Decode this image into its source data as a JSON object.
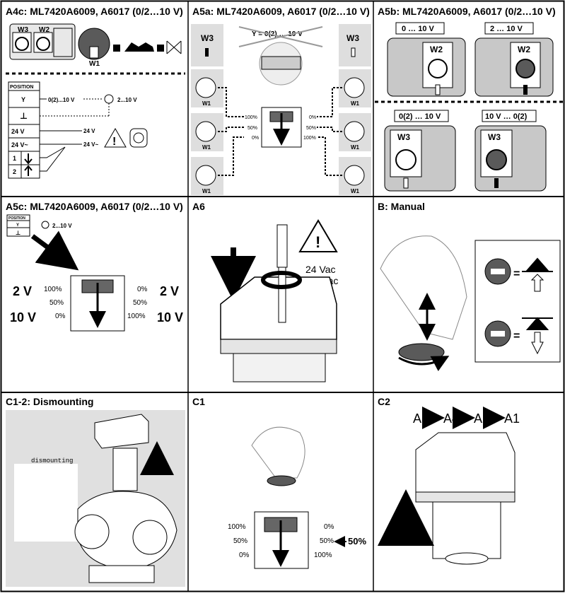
{
  "panels": {
    "a4c": {
      "title": "A4c: ML7420A6009, A6017 (0/2…10 V)",
      "w3": "W3",
      "w2": "W2",
      "w1": "W1",
      "position": "POSITION",
      "y": "Y",
      "signal": "0(2)...10 V",
      "meter": "2...10 V",
      "v24a": "24 V",
      "v24b": "24 V~",
      "v24c": "24 V",
      "v24d": "24 V~",
      "r1": "1",
      "r2": "2"
    },
    "a5a": {
      "title": "A5a: ML7420A6009, A6017 (0/2…10 V)",
      "w3l": "W3",
      "w3r": "W3",
      "yeq": "Y = 0(2) … 10 V",
      "w1": "W1",
      "p100": "100%",
      "p50": "50%",
      "p0": "0%",
      "q0": "0%",
      "q50": "50%",
      "q100": "100%"
    },
    "a5b": {
      "title": "A5b: ML7420A6009, A6017 (0/2…10 V)",
      "box1": "0 … 10 V",
      "box2": "2 … 10 V",
      "box3": "0(2) … 10 V",
      "box4": "10 V … 0(2)",
      "w2": "W2",
      "w3": "W3"
    },
    "a5c": {
      "title": "A5c: ML7420A6009, A6017 (0/2…10 V)",
      "position": "POSITION",
      "y": "Y",
      "meter": "2...10 V",
      "left_top": "2 V",
      "left_bottom": "10 V",
      "right_top": "2 V",
      "right_bottom": "10 V",
      "p100": "100%",
      "p50": "50%",
      "p0": "0%",
      "q0": "0%",
      "q50": "50%",
      "q100": "100%"
    },
    "a6": {
      "title": "A6",
      "v1": "24 Vac",
      "v2": "230 Vac"
    },
    "b": {
      "title": "B: Manual"
    },
    "c12": {
      "title": "C1-2: Dismounting",
      "label": "dismounting"
    },
    "c1": {
      "title": "C1",
      "p100": "100%",
      "p50": "50%",
      "p0": "0%",
      "q0": "0%",
      "q50": "50%",
      "q100": "100%",
      "arrow": "50%"
    },
    "c2": {
      "title": "C2",
      "seq": [
        "A3",
        "A4",
        "A2",
        "A1"
      ]
    }
  },
  "colors": {
    "border": "#000000",
    "panel_bg": "#dedede",
    "knob": "#5a5a5a",
    "frame": "#c8c8c8"
  }
}
